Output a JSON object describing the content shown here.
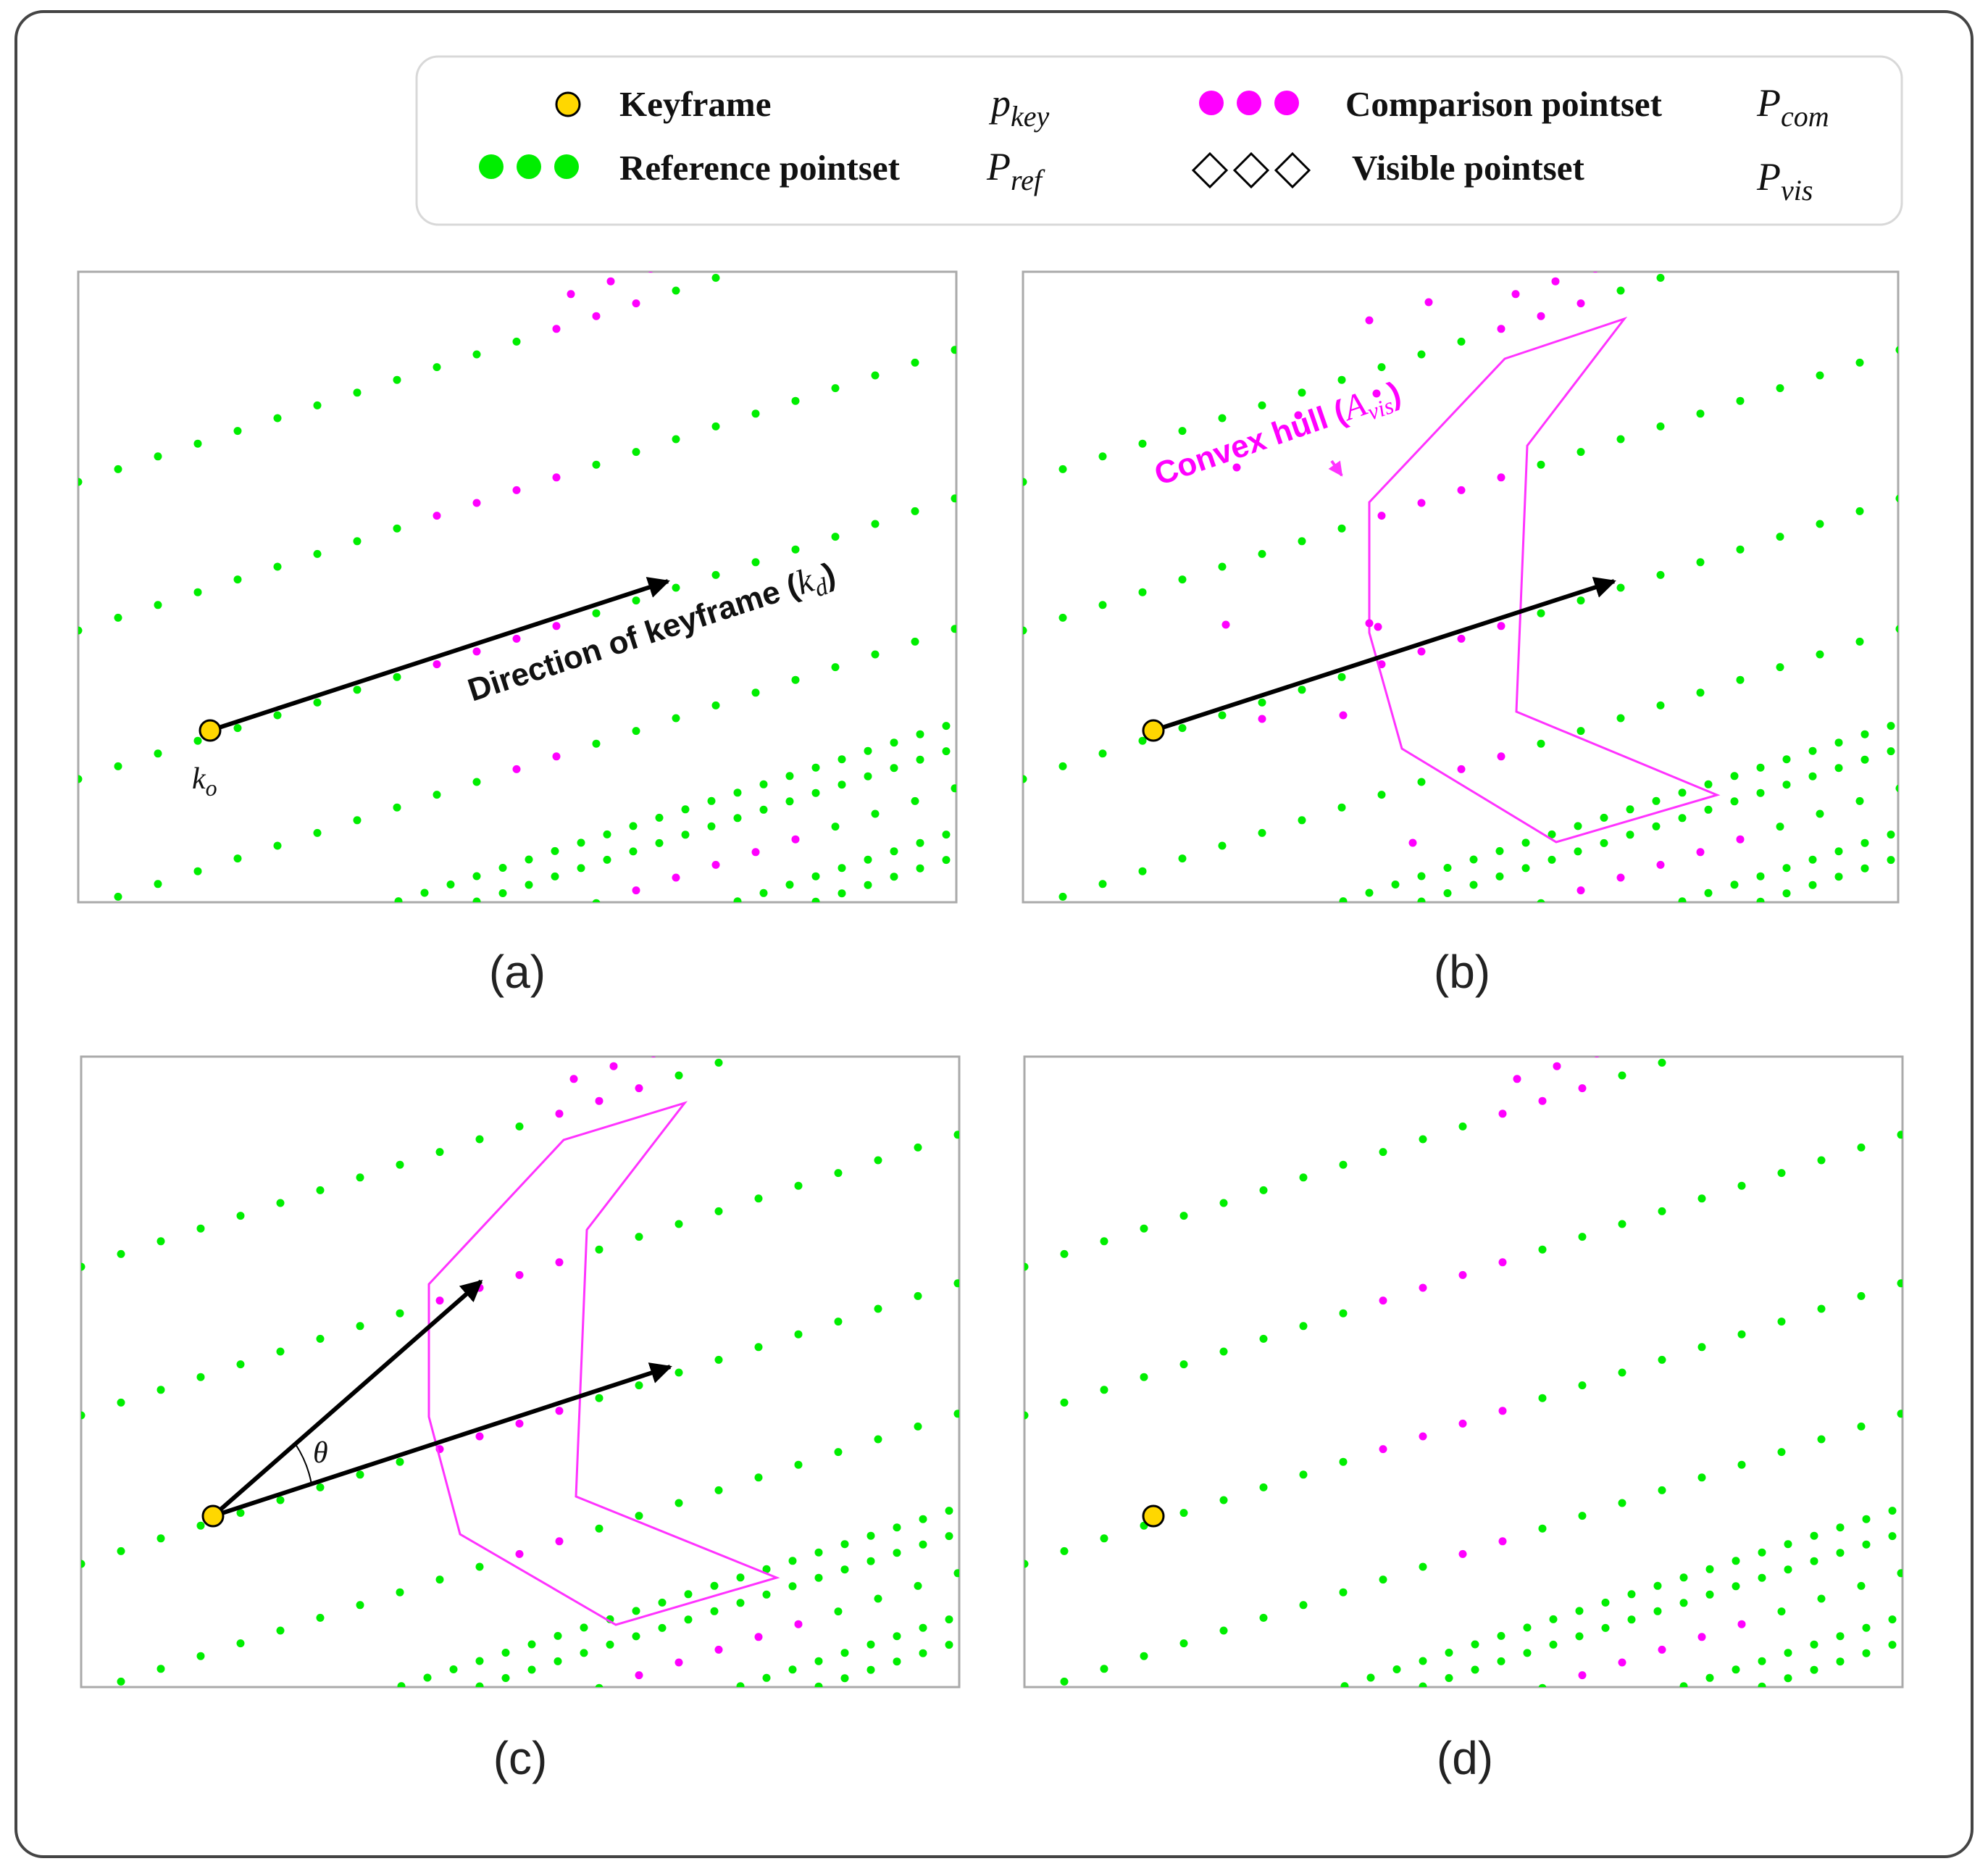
{
  "legend": {
    "items": [
      {
        "label": "Keyframe",
        "symbol_main": "p",
        "symbol_sub": "key",
        "marker": "yellow-circle-icon"
      },
      {
        "label": "Comparison pointset",
        "symbol_main": "P",
        "symbol_sub": "com",
        "marker": "magenta-dots-icon"
      },
      {
        "label": "Reference pointset",
        "symbol_main": "P",
        "symbol_sub": "ref",
        "marker": "green-dots-icon"
      },
      {
        "label": "Visible pointset",
        "symbol_main": "P",
        "symbol_sub": "vis",
        "marker": "diamond-outline-icon"
      }
    ]
  },
  "panels": [
    {
      "id": "a",
      "caption": "(a)",
      "keyframe_label": "k",
      "keyframe_sub": "o",
      "direction_label": "Direction of keyframe (",
      "direction_symbol": "k",
      "direction_sub": "d",
      "direction_close": ")"
    },
    {
      "id": "b",
      "caption": "(b)",
      "hull_label": "Convex hull (",
      "hull_symbol": "A",
      "hull_sub": "vis",
      "hull_close": ")"
    },
    {
      "id": "c",
      "caption": "(c)",
      "angle_label": "θ"
    },
    {
      "id": "d",
      "caption": "(d)"
    }
  ],
  "colors": {
    "reference": "#00ee00",
    "comparison": "#ff00ff",
    "keyframe": "#ffd700",
    "hull": "#ff33ff",
    "arrow": "#000000",
    "frame": "#555555"
  }
}
